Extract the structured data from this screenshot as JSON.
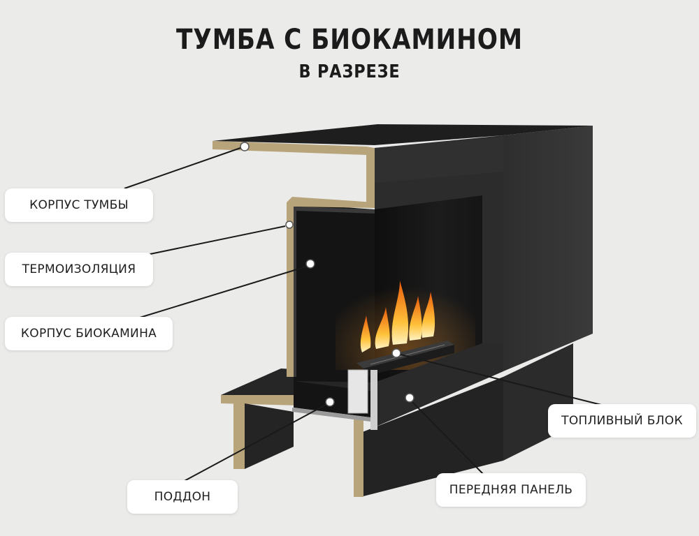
{
  "title": "ТУМБА С БИОКАМИНОМ",
  "subtitle": "В РАЗРЕЗЕ",
  "labels": {
    "cabinet_body": "КОРПУС ТУМБЫ",
    "thermal_insulation": "ТЕРМОИЗОЛЯЦИЯ",
    "biofireplace_body": "КОРПУС БИОКАМИНА",
    "fuel_block": "ТОПЛИВНЫЙ БЛОК",
    "tray": "ПОДДОН",
    "front_panel": "ПЕРЕДНЯЯ ПАНЕЛЬ"
  },
  "colors": {
    "background": "#ebebea",
    "cabinet": "#2a2a2a",
    "insulation": "#b8a47a",
    "flame": "#f59a1c"
  }
}
